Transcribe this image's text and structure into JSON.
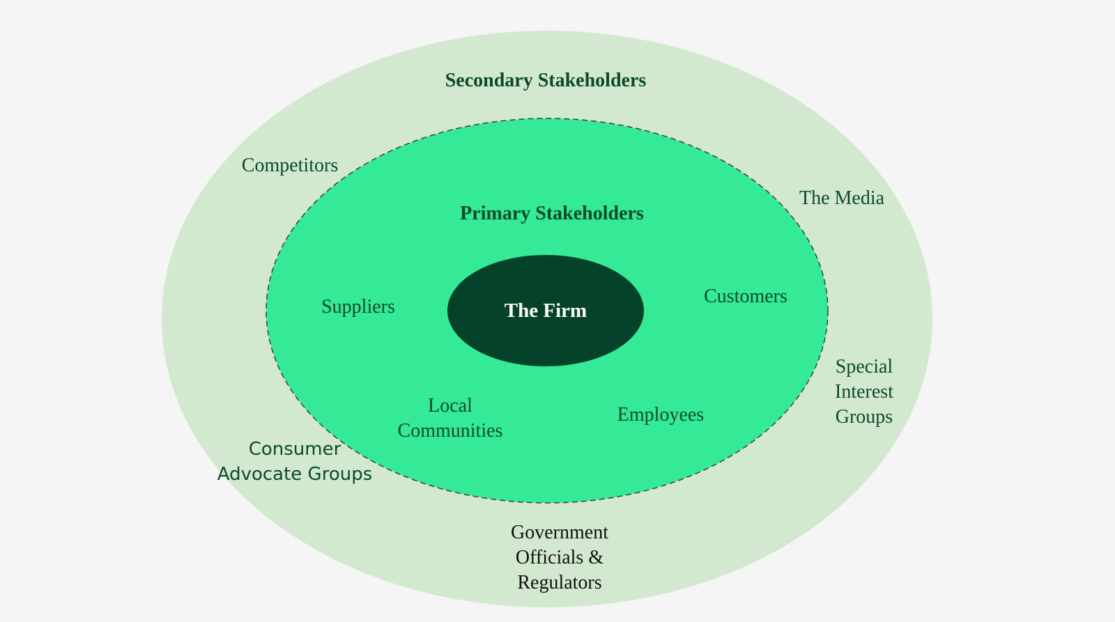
{
  "colors": {
    "page_background": "#f5f5f5",
    "secondary_fill": "#d3e9cf",
    "primary_fill": "#35ea97",
    "primary_border": "#3d3d3d",
    "firm_fill": "#04432a",
    "label_text": "#0c4a2c"
  },
  "secondary": {
    "title": "Secondary Stakeholders",
    "items": {
      "competitors": "Competitors",
      "media": "The Media",
      "special_interest": "Special\nInterest\nGroups",
      "consumer_advocate": "Consumer\nAdvocate Groups",
      "government": "Government\nOfficials &\nRegulators"
    }
  },
  "primary": {
    "title": "Primary Stakeholders",
    "items": {
      "suppliers": "Suppliers",
      "customers": "Customers",
      "local_communities": "Local\nCommunities",
      "employees": "Employees"
    }
  },
  "core": {
    "label": "The Firm"
  }
}
